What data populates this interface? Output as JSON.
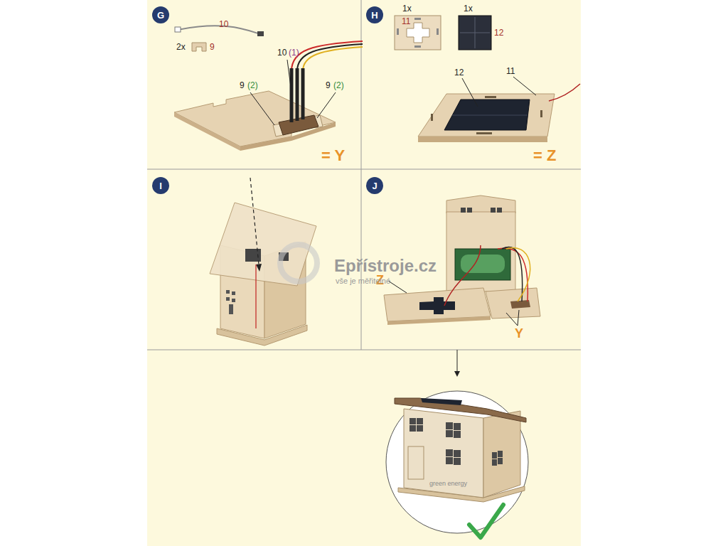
{
  "diagram": {
    "nodes": [
      {
        "text": [
          "G"
        ]
      },
      {
        "text": [
          "H"
        ]
      },
      {
        "text": [
          "I"
        ]
      },
      {
        "text": [
          "J"
        ]
      }
    ],
    "labels": [
      "10",
      "2x",
      "9",
      "10",
      "(1)",
      "9",
      "(2)",
      "9",
      "(2)",
      "= Y",
      "1x",
      "11",
      "1x",
      "12",
      "12",
      "11",
      "= Z",
      "Z",
      "Y",
      "Epřístroje.cz",
      "vše je měřitelné",
      "green energy"
    ]
  }
}
